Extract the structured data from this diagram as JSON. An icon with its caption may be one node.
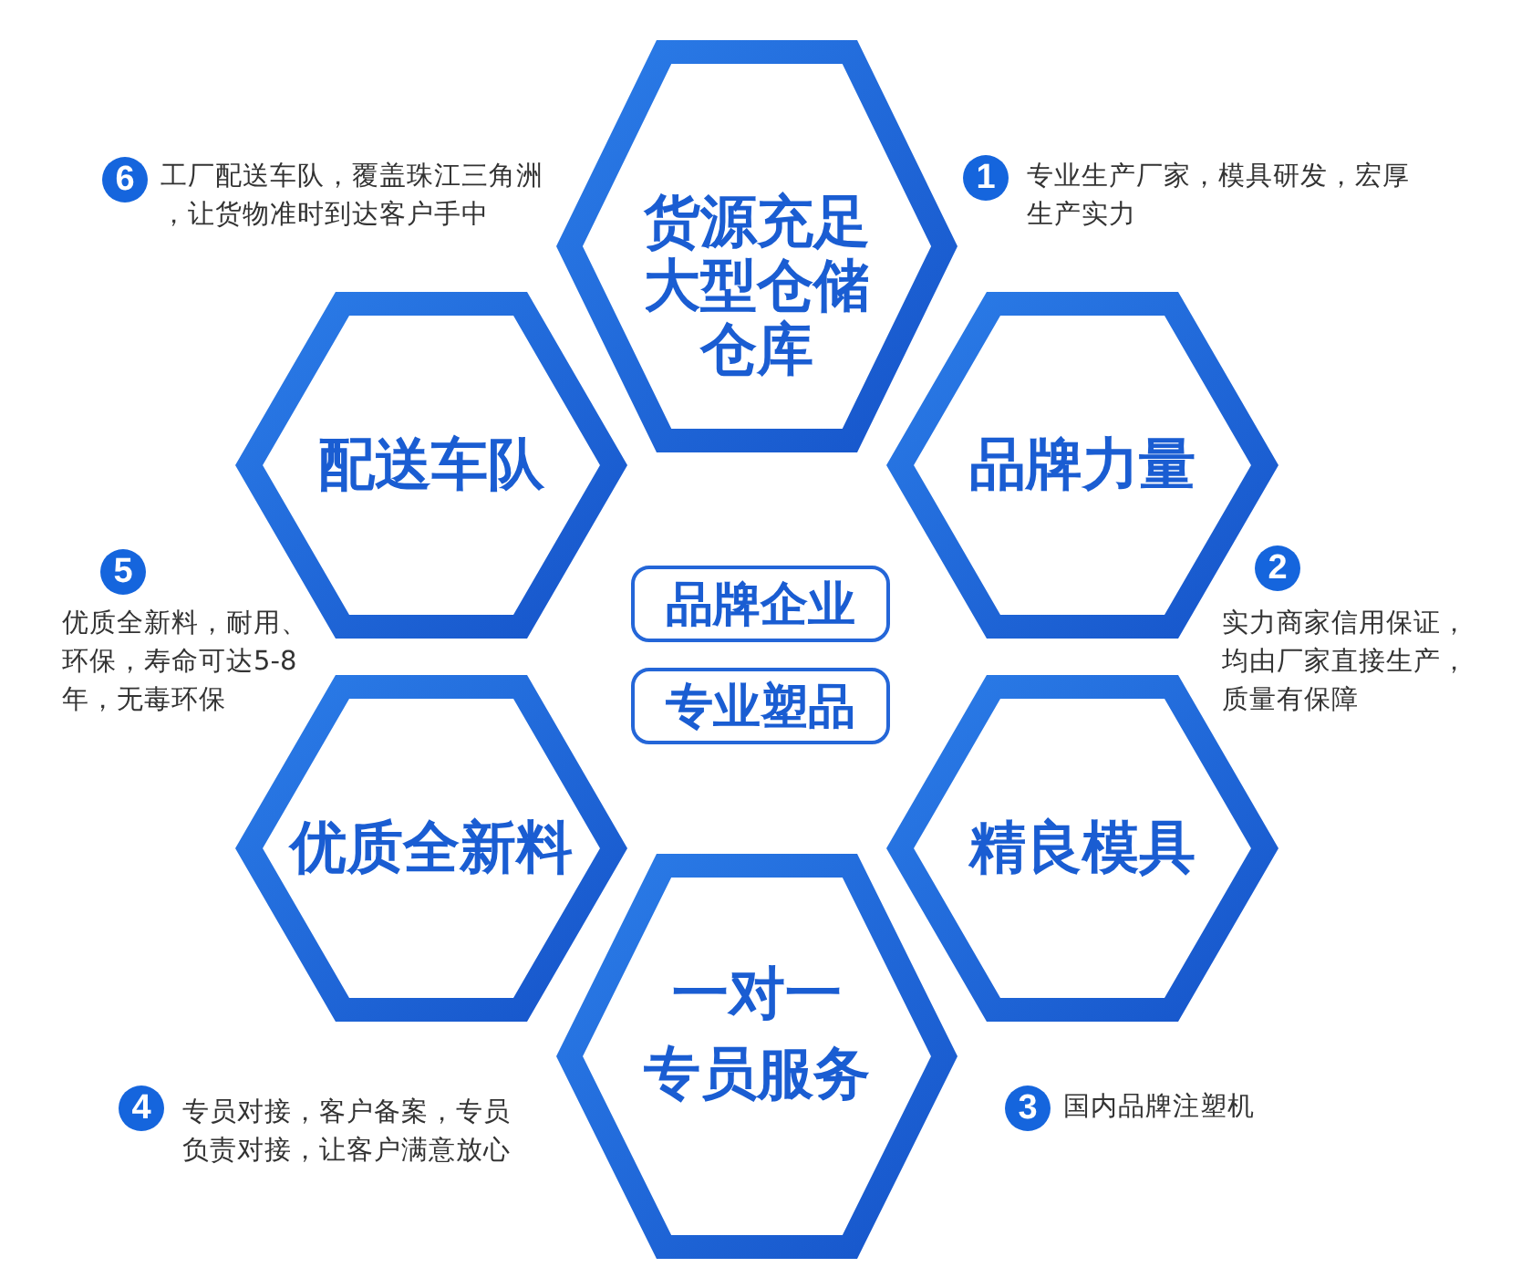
{
  "diagram": {
    "nodes": [
      {
        "text": [
          "货源充足大型仓储仓库"
        ]
      },
      {
        "text": [
          "品牌力量"
        ]
      },
      {
        "text": [
          "精良模具"
        ]
      },
      {
        "text": [
          "一对一专员服务"
        ]
      },
      {
        "text": [
          "优质全新料"
        ]
      },
      {
        "text": [
          "配送车队"
        ]
      },
      {
        "text": [
          "品牌企业"
        ]
      },
      {
        "text": [
          "专业塑品"
        ]
      },
      {
        "text": [
          "1"
        ],
        "beside": [
          "专业生产厂家，模具研发，宏厚生产实力"
        ]
      },
      {
        "text": [
          "2"
        ]
      },
      {
        "text": [
          "3"
        ],
        "beside": [
          "国内品牌注塑机"
        ]
      },
      {
        "text": [
          "4"
        ],
        "beside": [
          "专员对接，客户备案，专员负责对接，让客户满意放心"
        ]
      },
      {
        "text": [
          "5"
        ],
        "beside": [
          "优质全新料，耐用、环保，寿命可达5-8年，无毒环保"
        ]
      },
      {
        "text": [
          "6"
        ],
        "beside": [
          "工厂配送车队，覆盖珠江三角洲，让货物准时到达客户手中"
        ]
      }
    ],
    "labels": [
      "实力商家信用保证，均由厂家直接生产，质量有保障"
    ]
  }
}
